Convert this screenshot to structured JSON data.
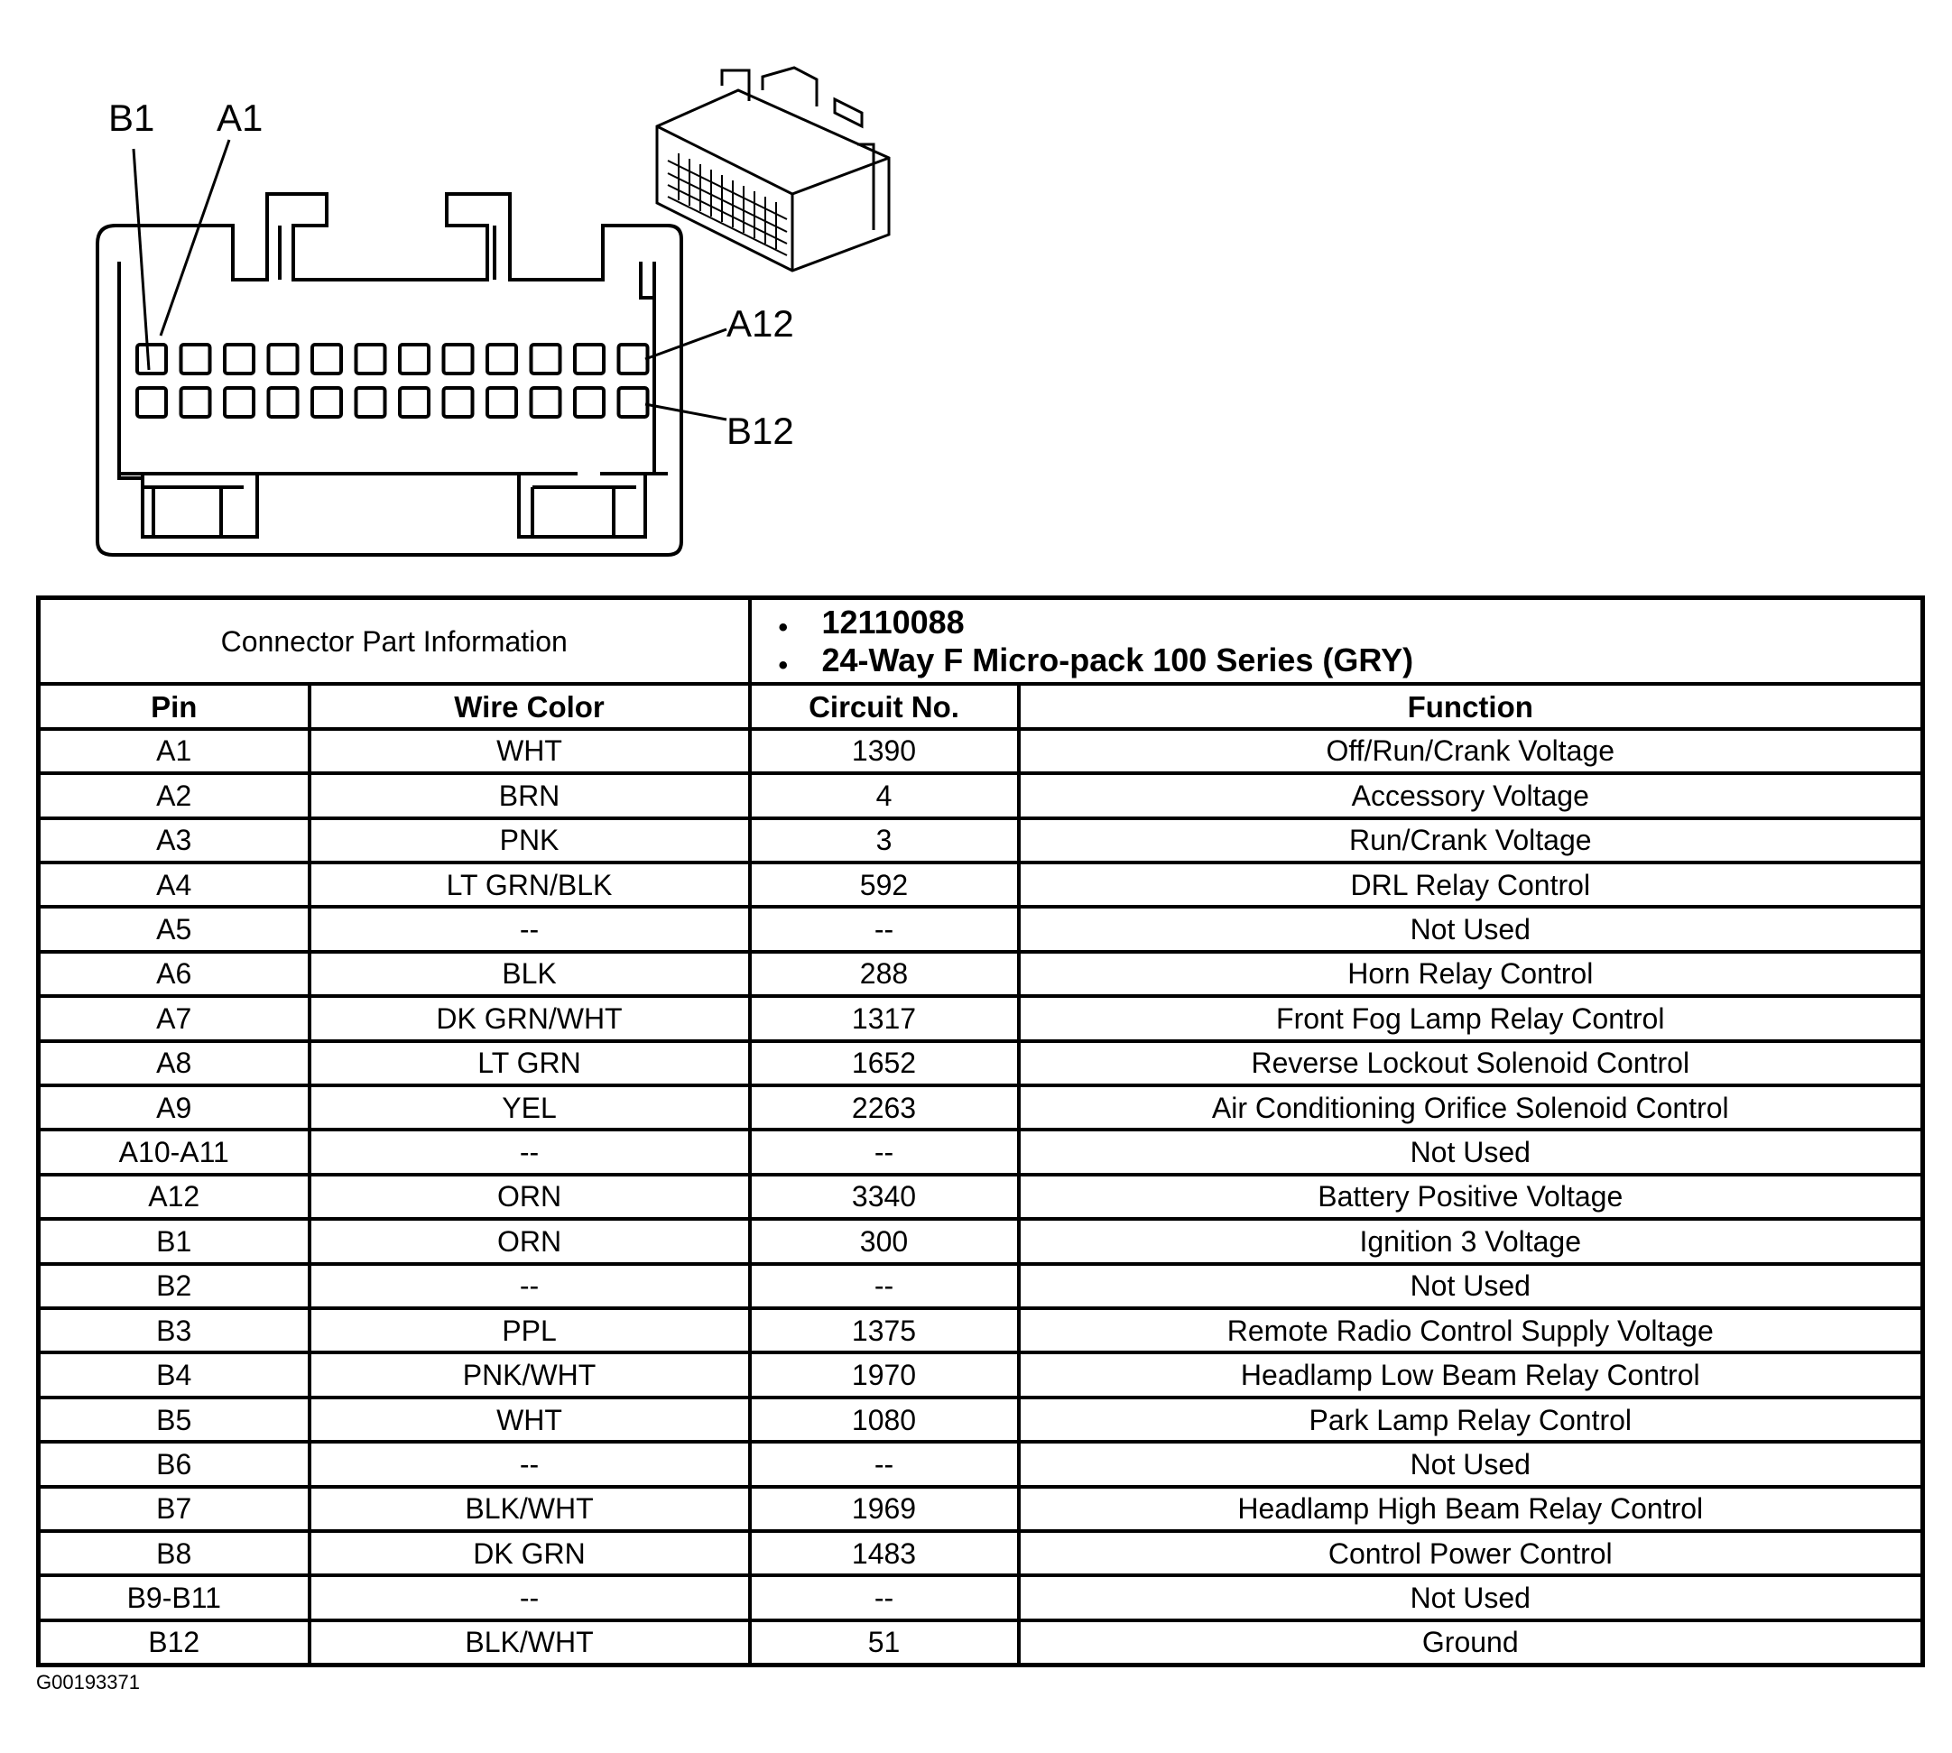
{
  "callouts": {
    "b1": "B1",
    "a1": "A1",
    "a12": "A12",
    "b12": "B12"
  },
  "connector_info": {
    "label": "Connector Part Information",
    "part_number": "12110088",
    "description": "24-Way F Micro-pack 100 Series (GRY)"
  },
  "table": {
    "headers": {
      "pin": "Pin",
      "wire_color": "Wire Color",
      "circuit": "Circuit No.",
      "function": "Function"
    },
    "rows": [
      {
        "pin": "A1",
        "color": "WHT",
        "circuit": "1390",
        "function": "Off/Run/Crank Voltage"
      },
      {
        "pin": "A2",
        "color": "BRN",
        "circuit": "4",
        "function": "Accessory Voltage"
      },
      {
        "pin": "A3",
        "color": "PNK",
        "circuit": "3",
        "function": "Run/Crank Voltage"
      },
      {
        "pin": "A4",
        "color": "LT GRN/BLK",
        "circuit": "592",
        "function": "DRL Relay Control"
      },
      {
        "pin": "A5",
        "color": "--",
        "circuit": "--",
        "function": "Not Used"
      },
      {
        "pin": "A6",
        "color": "BLK",
        "circuit": "288",
        "function": "Horn Relay Control"
      },
      {
        "pin": "A7",
        "color": "DK GRN/WHT",
        "circuit": "1317",
        "function": "Front Fog Lamp Relay Control"
      },
      {
        "pin": "A8",
        "color": "LT GRN",
        "circuit": "1652",
        "function": "Reverse Lockout Solenoid Control"
      },
      {
        "pin": "A9",
        "color": "YEL",
        "circuit": "2263",
        "function": "Air Conditioning Orifice Solenoid Control"
      },
      {
        "pin": "A10-A11",
        "color": "--",
        "circuit": "--",
        "function": "Not Used"
      },
      {
        "pin": "A12",
        "color": "ORN",
        "circuit": "3340",
        "function": "Battery Positive Voltage"
      },
      {
        "pin": "B1",
        "color": "ORN",
        "circuit": "300",
        "function": "Ignition 3 Voltage"
      },
      {
        "pin": "B2",
        "color": "--",
        "circuit": "--",
        "function": "Not Used"
      },
      {
        "pin": "B3",
        "color": "PPL",
        "circuit": "1375",
        "function": "Remote Radio Control Supply Voltage"
      },
      {
        "pin": "B4",
        "color": "PNK/WHT",
        "circuit": "1970",
        "function": "Headlamp Low Beam Relay Control"
      },
      {
        "pin": "B5",
        "color": "WHT",
        "circuit": "1080",
        "function": "Park Lamp Relay Control"
      },
      {
        "pin": "B6",
        "color": "--",
        "circuit": "--",
        "function": "Not Used"
      },
      {
        "pin": "B7",
        "color": "BLK/WHT",
        "circuit": "1969",
        "function": "Headlamp High Beam Relay Control"
      },
      {
        "pin": "B8",
        "color": "DK GRN",
        "circuit": "1483",
        "function": "Control Power Control"
      },
      {
        "pin": "B9-B11",
        "color": "--",
        "circuit": "--",
        "function": "Not Used"
      },
      {
        "pin": "B12",
        "color": "BLK/WHT",
        "circuit": "51",
        "function": "Ground"
      }
    ]
  },
  "figure_id": "G00193371"
}
